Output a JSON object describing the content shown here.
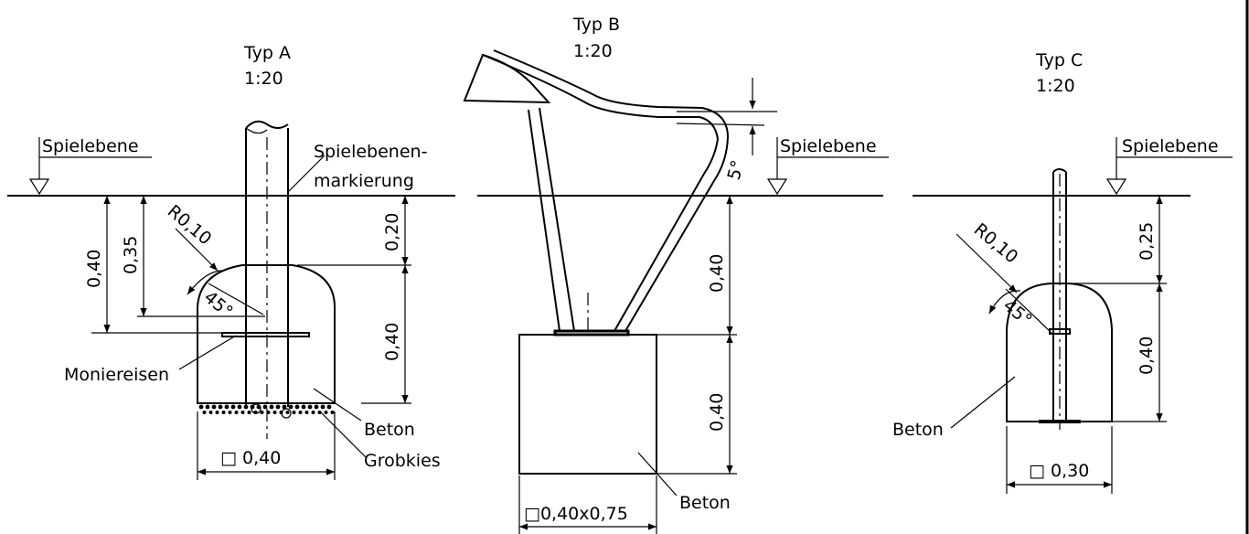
{
  "ground_label": "Spielebene",
  "material_concrete": "Beton",
  "typ_a": {
    "title": "Typ A",
    "scale": "1:20",
    "marker_label_1": "Spielebenen-",
    "marker_label_2": "markierung",
    "radius": "R0,10",
    "angle": "45°",
    "dim_depth_total": "0,40",
    "dim_depth_rebar": "0,35",
    "dim_top": "0,20",
    "dim_foundation": "0,40",
    "rebar_label": "Moniereisen",
    "gravel_label": "Grobkies",
    "width": "□ 0,40"
  },
  "typ_b": {
    "title": "Typ B",
    "scale": "1:20",
    "angle": "5°",
    "dim_upper": "0,40",
    "dim_lower": "0,40",
    "width": "□0,40x0,75"
  },
  "typ_c": {
    "title": "Typ C",
    "scale": "1:20",
    "radius": "R0,10",
    "angle": "45°",
    "dim_top": "0,25",
    "dim_foundation": "0,40",
    "width": "□ 0,30"
  }
}
